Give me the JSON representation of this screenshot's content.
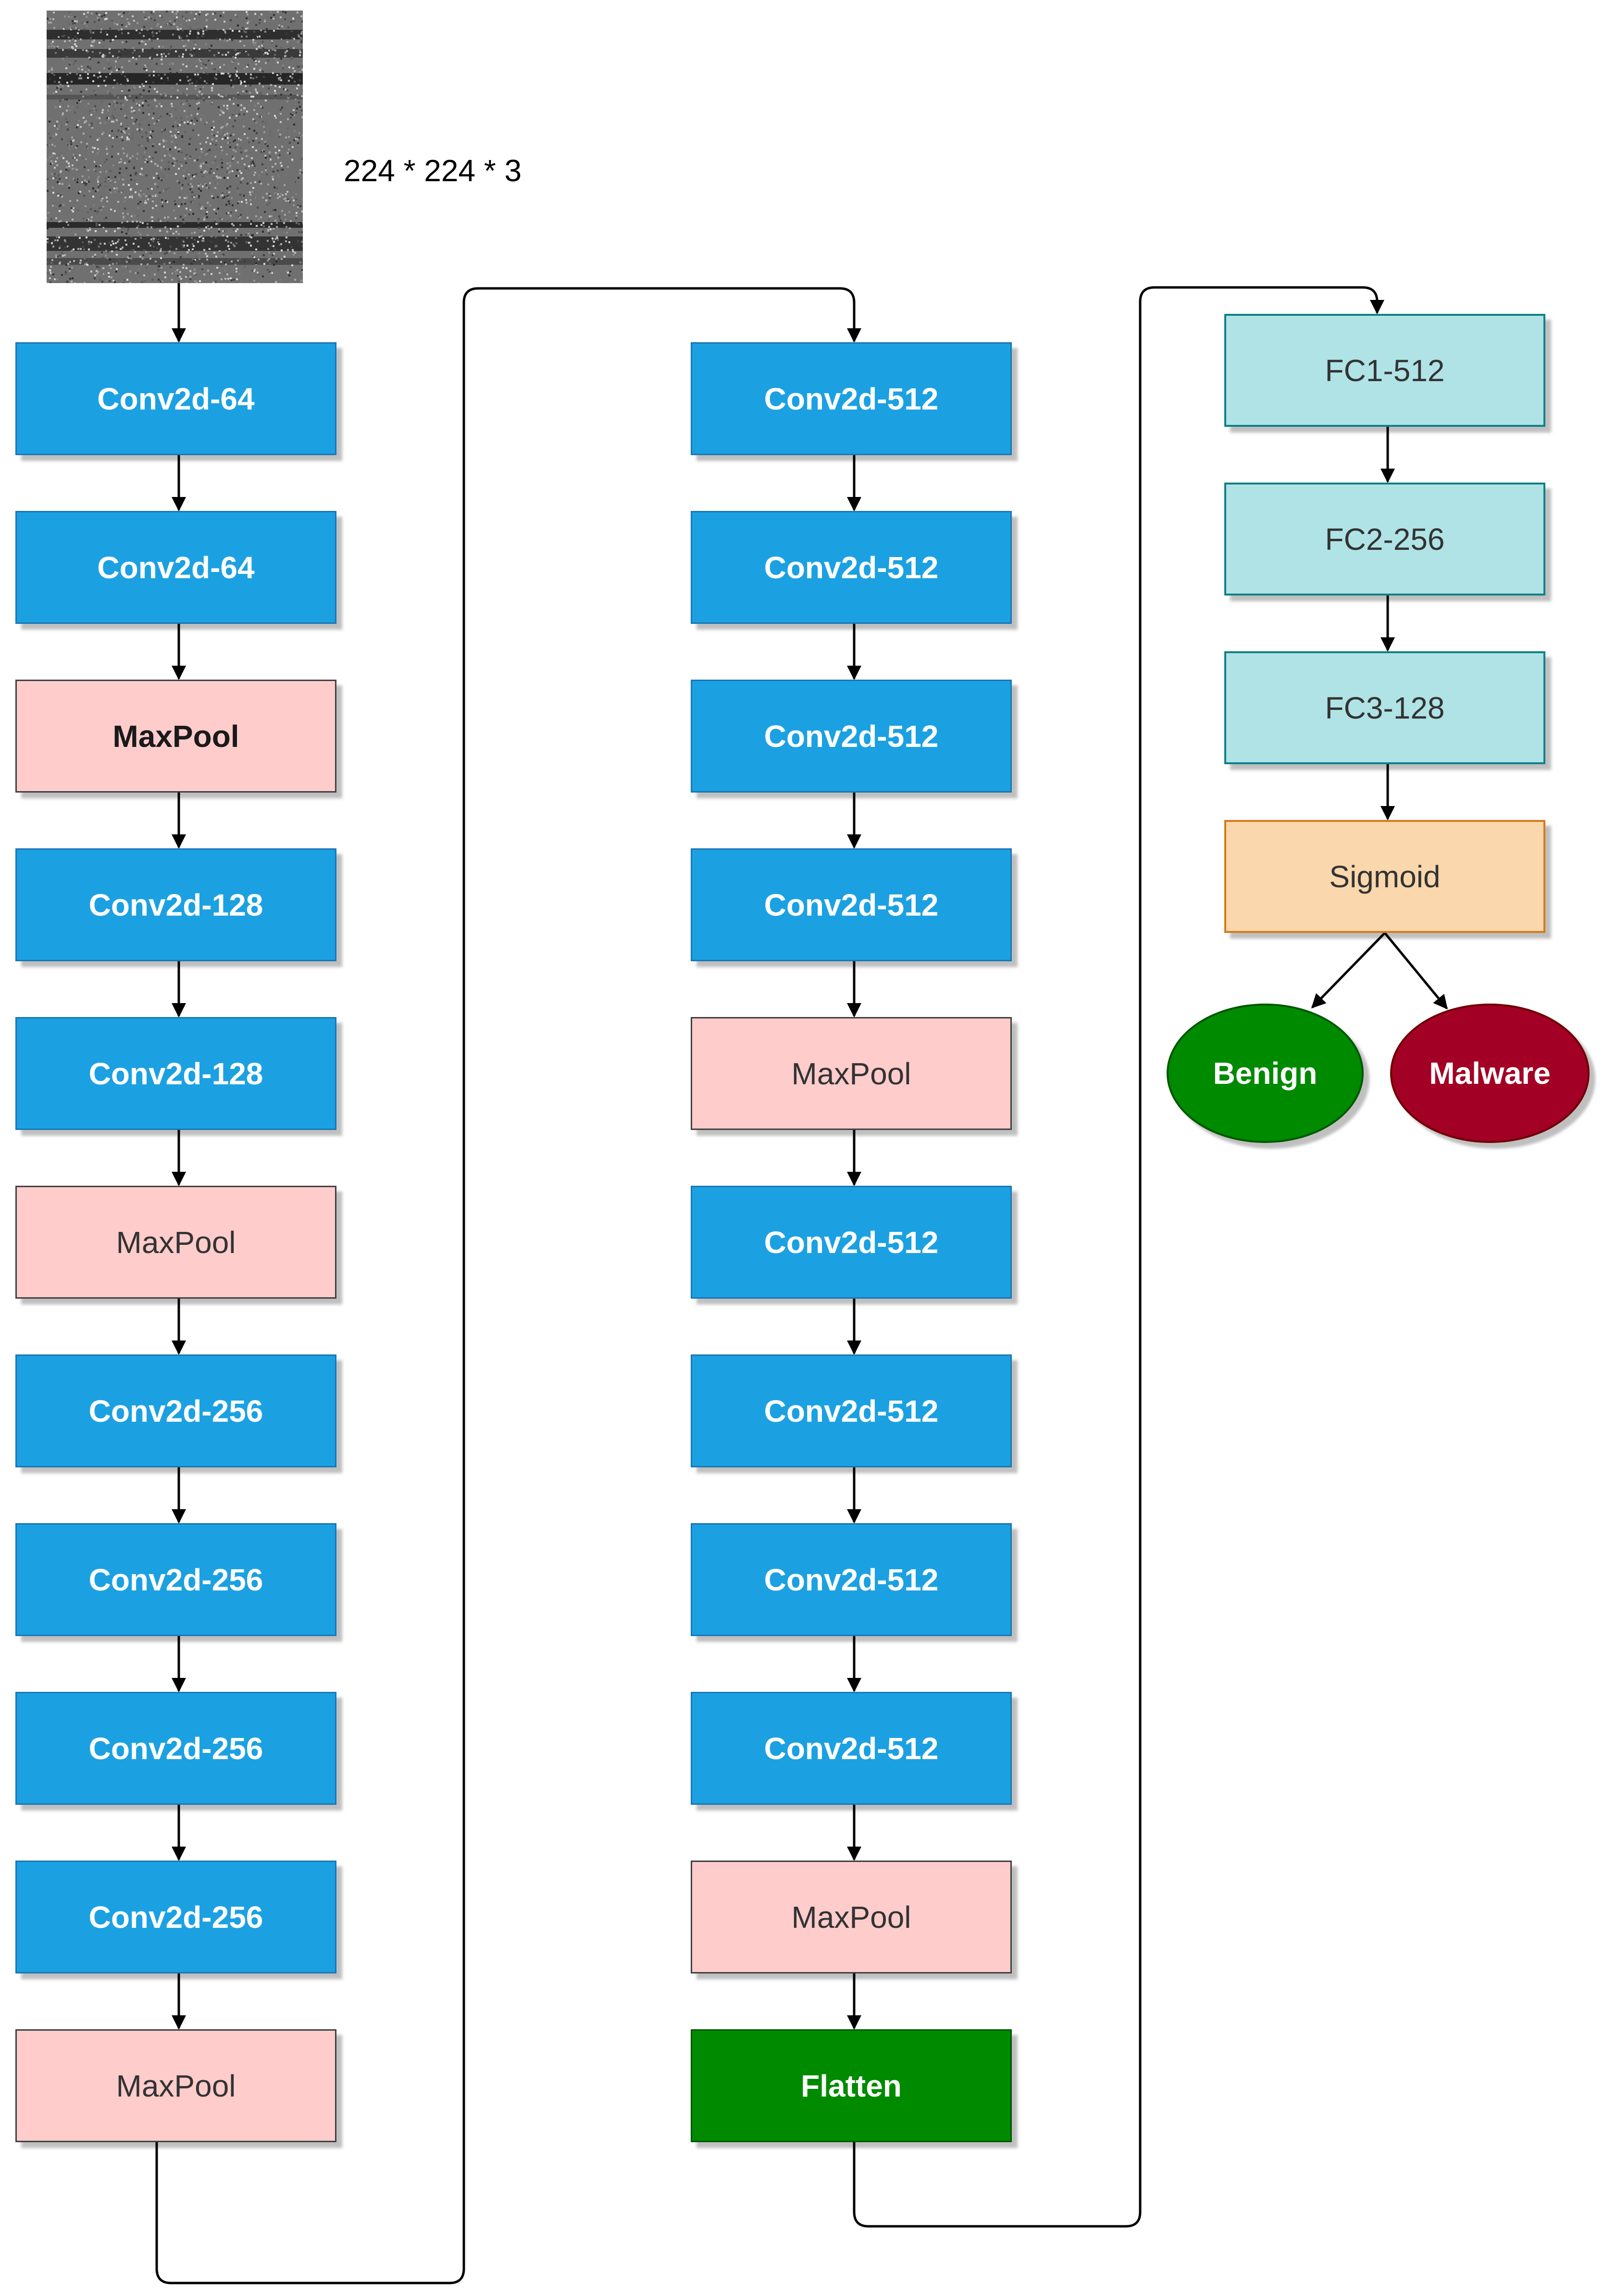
{
  "input": {
    "dimensions": "224 * 224 * 3"
  },
  "column1": [
    {
      "label": "Conv2d-64",
      "kind": "conv"
    },
    {
      "label": "Conv2d-64",
      "kind": "conv"
    },
    {
      "label": "MaxPool",
      "kind": "pool-bold"
    },
    {
      "label": "Conv2d-128",
      "kind": "conv"
    },
    {
      "label": "Conv2d-128",
      "kind": "conv"
    },
    {
      "label": "MaxPool",
      "kind": "pool"
    },
    {
      "label": "Conv2d-256",
      "kind": "conv"
    },
    {
      "label": "Conv2d-256",
      "kind": "conv"
    },
    {
      "label": "Conv2d-256",
      "kind": "conv"
    },
    {
      "label": "Conv2d-256",
      "kind": "conv"
    },
    {
      "label": "MaxPool",
      "kind": "pool"
    }
  ],
  "column2": [
    {
      "label": "Conv2d-512",
      "kind": "conv"
    },
    {
      "label": "Conv2d-512",
      "kind": "conv"
    },
    {
      "label": "Conv2d-512",
      "kind": "conv"
    },
    {
      "label": "Conv2d-512",
      "kind": "conv"
    },
    {
      "label": "MaxPool",
      "kind": "pool"
    },
    {
      "label": "Conv2d-512",
      "kind": "conv"
    },
    {
      "label": "Conv2d-512",
      "kind": "conv"
    },
    {
      "label": "Conv2d-512",
      "kind": "conv"
    },
    {
      "label": "Conv2d-512",
      "kind": "conv"
    },
    {
      "label": "MaxPool",
      "kind": "pool"
    },
    {
      "label": "Flatten",
      "kind": "flatten"
    }
  ],
  "column3": [
    {
      "label": "FC1-512",
      "kind": "fc"
    },
    {
      "label": "FC2-256",
      "kind": "fc"
    },
    {
      "label": "FC3-128",
      "kind": "fc"
    },
    {
      "label": "Sigmoid",
      "kind": "sigmoid"
    }
  ],
  "outputs": {
    "benign": "Benign",
    "malware": "Malware"
  },
  "colors": {
    "conv": "#1ba1e2",
    "pool": "#ffcccc",
    "fc": "#b0e3e6",
    "sigmoid": "#fad7ac",
    "flatten": "#008a00",
    "benign": "#008a00",
    "malware": "#a20025"
  }
}
